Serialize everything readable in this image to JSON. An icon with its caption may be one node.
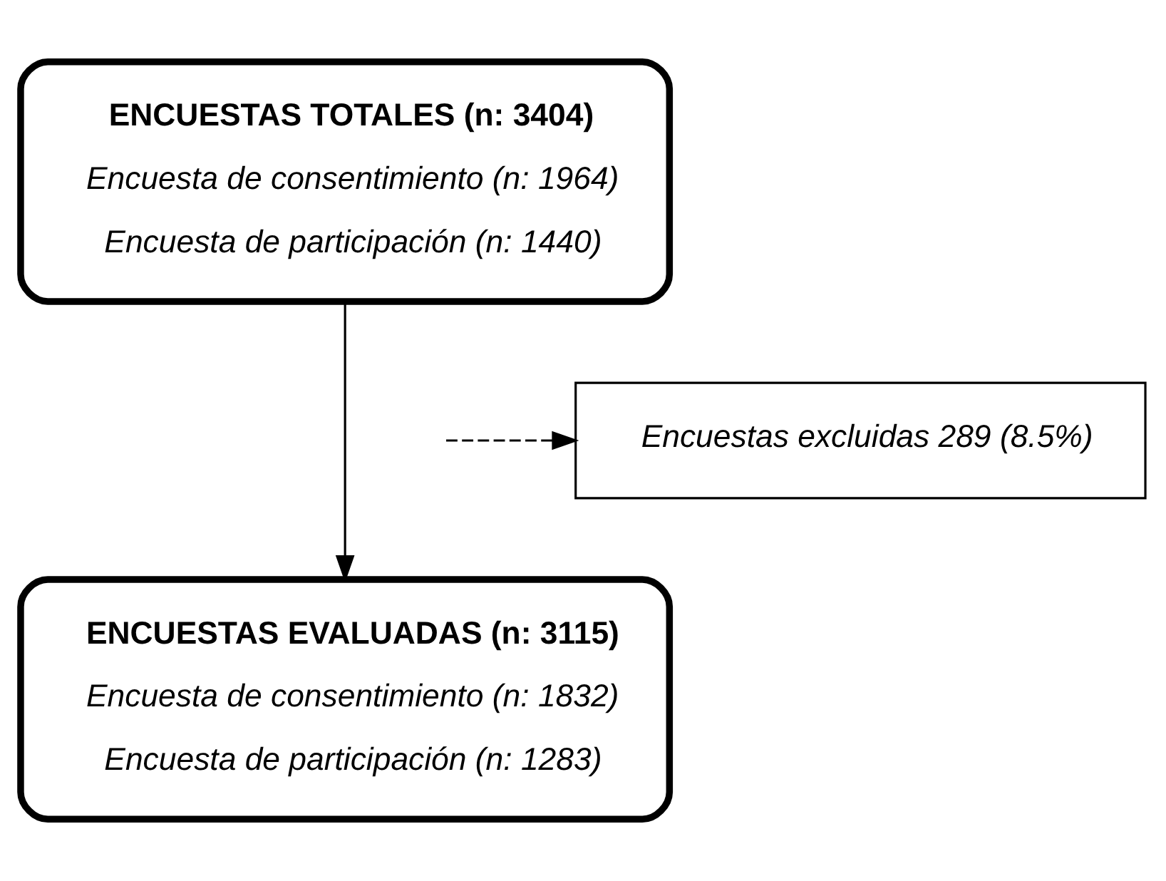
{
  "diagram": {
    "nodes": [
      {
        "text": [
          "ENCUESTAS TOTALES (n: 3404)",
          "Encuesta de consentimiento (n: 1964)",
          "Encuesta de participación (n: 1440)"
        ]
      },
      {
        "text": [
          "Encuestas excluidas 289 (8.5%)"
        ]
      },
      {
        "text": [
          "ENCUESTAS EVALUADAS (n: 3115)",
          "Encuesta de consentimiento (n: 1832)",
          "Encuesta de participación (n: 1283)"
        ]
      }
    ],
    "edges": [
      {
        "from": 0,
        "to": 2,
        "arrow": "to"
      },
      {
        "from": null,
        "to": 1,
        "arrow": "to",
        "style": "dashed"
      }
    ]
  }
}
